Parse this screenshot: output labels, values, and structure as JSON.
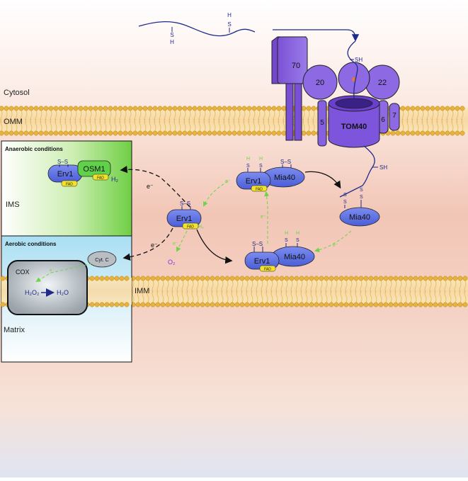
{
  "regions": {
    "cytosol": "Cytosol",
    "omm": "OMM",
    "ims": "IMS",
    "imm": "IMM",
    "matrix": "Matrix"
  },
  "panels": {
    "anaerobic": "Anaerobic conditions",
    "aerobic": "Aerobic conditions"
  },
  "substrate": {
    "thiol_top_h": "H",
    "thiol_top_s": "S",
    "thiol_bottom_s": "S",
    "thiol_bottom_h": "H",
    "sh": "SH"
  },
  "tom": {
    "tom70": "70",
    "tom20": "20",
    "tom22": "22",
    "tom5": "5",
    "tom6": "6",
    "tom7": "7",
    "tom40": "TOM40",
    "sh_top": "SH",
    "sh_bottom": "SH"
  },
  "proteins": {
    "erv1": "Erv1",
    "mia40": "Mia40",
    "osm1": "OSM1",
    "fad": "FAD",
    "cytc": "Cyt. C",
    "cox": "COX"
  },
  "chem": {
    "disulfide": "S–S",
    "s": "S",
    "h": "H",
    "h2": "H₂",
    "o2": "O₂",
    "electron": "e⁻",
    "h2o2": "H₂O₂",
    "h2o": "H₂O"
  },
  "colors": {
    "protein_purple": "#8a63e0",
    "protein_blue": "#5a6fe3",
    "cofactor_yellow": "#f2e22a",
    "electron_green": "#6dd44a",
    "membrane_gold": "#e8b64a",
    "anaerobic_green": "#78d64c",
    "aerobic_blue": "#8fd2ee"
  }
}
